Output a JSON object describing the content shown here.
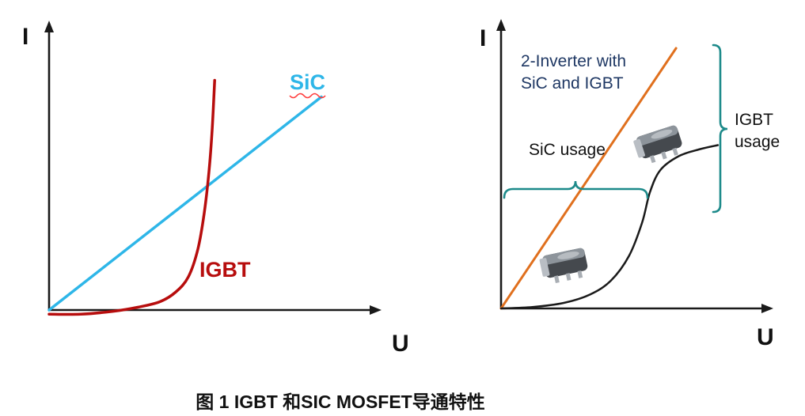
{
  "figure": {
    "caption": "图 1 IGBT 和SIC MOSFET导通特性"
  },
  "colors": {
    "sic_left_line": "#2eb6e8",
    "igbt_left_curve": "#b70d0d",
    "sic_right_line": "#e0701e",
    "igbt_right_curve": "#1a1a1a",
    "brace": "#1d8a8a",
    "inverter_annotation_text": "#1f3864",
    "axis": "#1a1a1a",
    "spellcheck_squiggle": "#ff3b3b"
  },
  "chart_data": [
    {
      "type": "line",
      "title": "",
      "xlabel": "U",
      "ylabel": "I",
      "x_range": [
        0,
        1
      ],
      "y_range": [
        0,
        1
      ],
      "grid": false,
      "legend_position": "inline-labels",
      "series": [
        {
          "name": "SiC",
          "color": "#2eb6e8",
          "width": 3.5,
          "points": [
            [
              0,
              0
            ],
            [
              0.86,
              0.77
            ]
          ]
        },
        {
          "name": "IGBT",
          "color": "#b70d0d",
          "width": 3.5,
          "points": [
            [
              0,
              -0.015
            ],
            [
              0.1,
              -0.015
            ],
            [
              0.2,
              -0.005
            ],
            [
              0.28,
              0.01
            ],
            [
              0.35,
              0.03
            ],
            [
              0.4,
              0.065
            ],
            [
              0.44,
              0.12
            ],
            [
              0.47,
              0.22
            ],
            [
              0.49,
              0.35
            ],
            [
              0.505,
              0.5
            ],
            [
              0.515,
              0.65
            ],
            [
              0.523,
              0.83
            ]
          ]
        }
      ]
    },
    {
      "type": "line",
      "title": "",
      "xlabel": "U",
      "ylabel": "I",
      "x_range": [
        0,
        1
      ],
      "y_range": [
        0,
        1
      ],
      "grid": false,
      "series": [
        {
          "name": "SiC",
          "color": "#e0701e",
          "width": 3,
          "points": [
            [
              0,
              0
            ],
            [
              0.67,
              0.94
            ]
          ]
        },
        {
          "name": "IGBT",
          "color": "#1a1a1a",
          "width": 2.5,
          "points": [
            [
              0,
              0
            ],
            [
              0.12,
              0.005
            ],
            [
              0.24,
              0.02
            ],
            [
              0.34,
              0.05
            ],
            [
              0.42,
              0.1
            ],
            [
              0.49,
              0.19
            ],
            [
              0.54,
              0.31
            ],
            [
              0.57,
              0.42
            ],
            [
              0.61,
              0.5
            ],
            [
              0.68,
              0.55
            ],
            [
              0.76,
              0.575
            ],
            [
              0.83,
              0.59
            ]
          ]
        }
      ],
      "annotations": {
        "title_lines": [
          "2-Inverter with",
          "SiC and IGBT"
        ],
        "sic_usage": "SiC usage",
        "igbt_usage_lines": [
          "IGBT",
          "usage"
        ]
      }
    }
  ]
}
